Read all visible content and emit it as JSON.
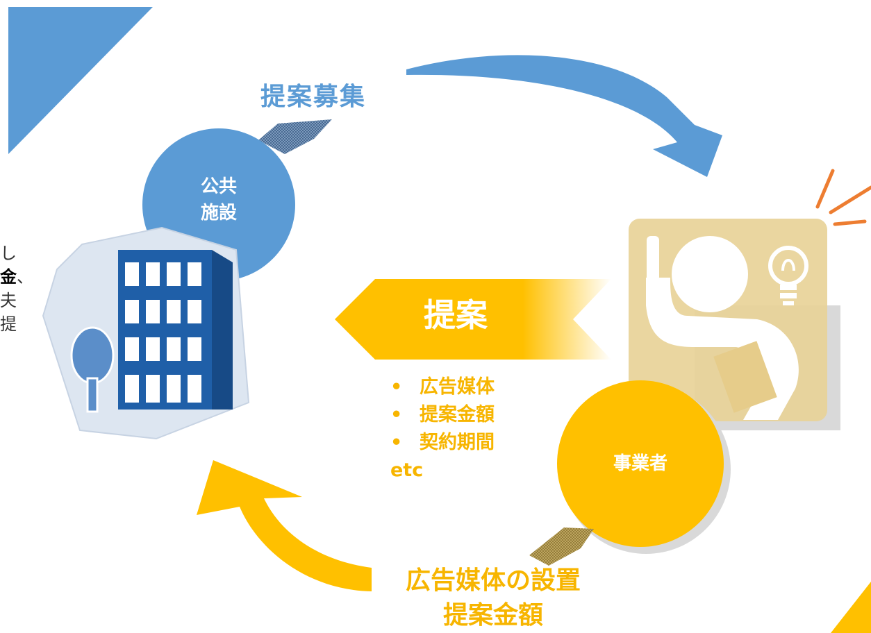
{
  "labels": {
    "recruit": "提案募集",
    "public_facility_line1": "公共",
    "public_facility_line2": "施設",
    "proposal": "提案",
    "business_operator": "事業者",
    "bottom_line1": "広告媒体の設置",
    "bottom_line2": "提案金額"
  },
  "proposal_items": [
    "広告媒体",
    "提案金額",
    "契約期間"
  ],
  "proposal_items_etc": "etc",
  "bullet_glyph": "•",
  "side_text": {
    "line1": "し",
    "line2_bold": "金",
    "line2_rest": "、",
    "line3": "夫",
    "line4": "提"
  },
  "icons": {
    "building": "office-building-icon",
    "tree": "tree-icon",
    "person_idea": "person-with-idea-icon",
    "lightbulb": "lightbulb-icon"
  },
  "colors": {
    "blue": "#5b9bd5",
    "orange": "#ffc000",
    "orange_text": "#f7b500",
    "tan": "#e8d398",
    "building": "#1f5fa8",
    "hexagon": "#dde6f1",
    "spark": "#ed7d31"
  }
}
